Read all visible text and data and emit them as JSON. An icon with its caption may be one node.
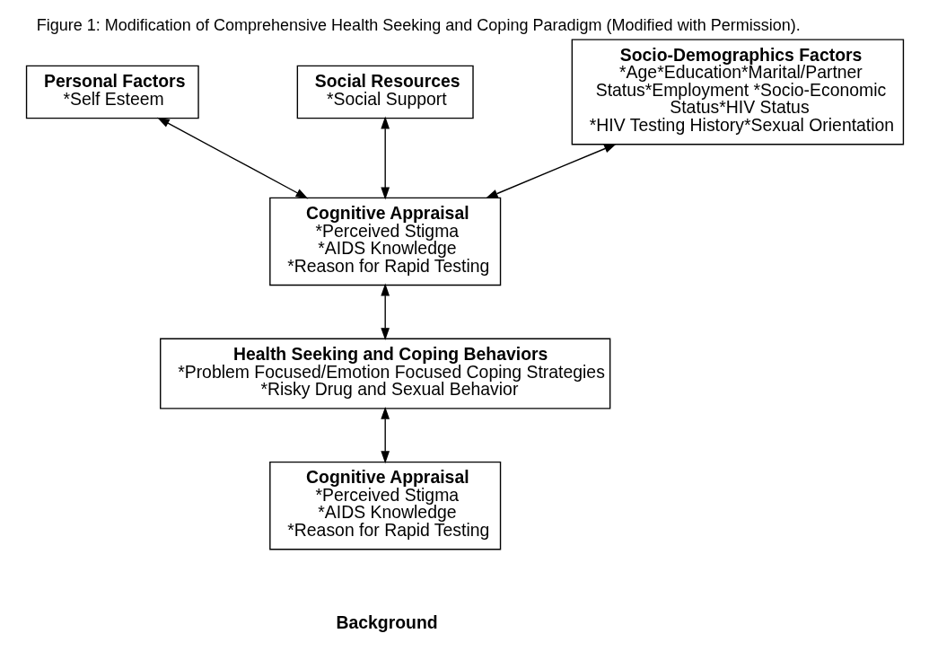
{
  "diagram": {
    "title": "Figure 1: Modification of Comprehensive Health Seeking and Coping Paradigm (Modified with Permission).",
    "nodes": [
      {
        "text": [
          "Personal Factors",
          "*Self Esteem"
        ]
      },
      {
        "text": [
          "Social Resources",
          "*Social Support"
        ]
      },
      {
        "text": [
          "Socio-Demographics Factors",
          "*Age*Education*Marital/Partner Status*Employment *Socio-Economic Status*HIV Status",
          "*HIV Testing History*Sexual Orientation"
        ]
      },
      {
        "text": [
          "Cognitive Appraisal",
          "*Perceived Stigma",
          "*AIDS Knowledge",
          "*Reason for Rapid Testing"
        ]
      },
      {
        "text": [
          "Health Seeking and Coping Behaviors",
          "*Problem Focused/Emotion Focused Coping Strategies",
          "*Risky Drug and Sexual Behavior"
        ]
      },
      {
        "text": [
          "Cognitive Appraisal",
          "*Perceived Stigma",
          "*AIDS Knowledge",
          "*Reason for Rapid Testing"
        ],
        "beside": [
          "Background"
        ]
      }
    ],
    "edges": [
      {
        "from": 0,
        "to": 3,
        "arrow": "both"
      },
      {
        "from": 1,
        "to": 3,
        "arrow": "both"
      },
      {
        "from": 2,
        "to": 3,
        "arrow": "both"
      },
      {
        "from": 3,
        "to": 4,
        "arrow": "both"
      },
      {
        "from": 4,
        "to": 5,
        "arrow": "both"
      }
    ]
  }
}
